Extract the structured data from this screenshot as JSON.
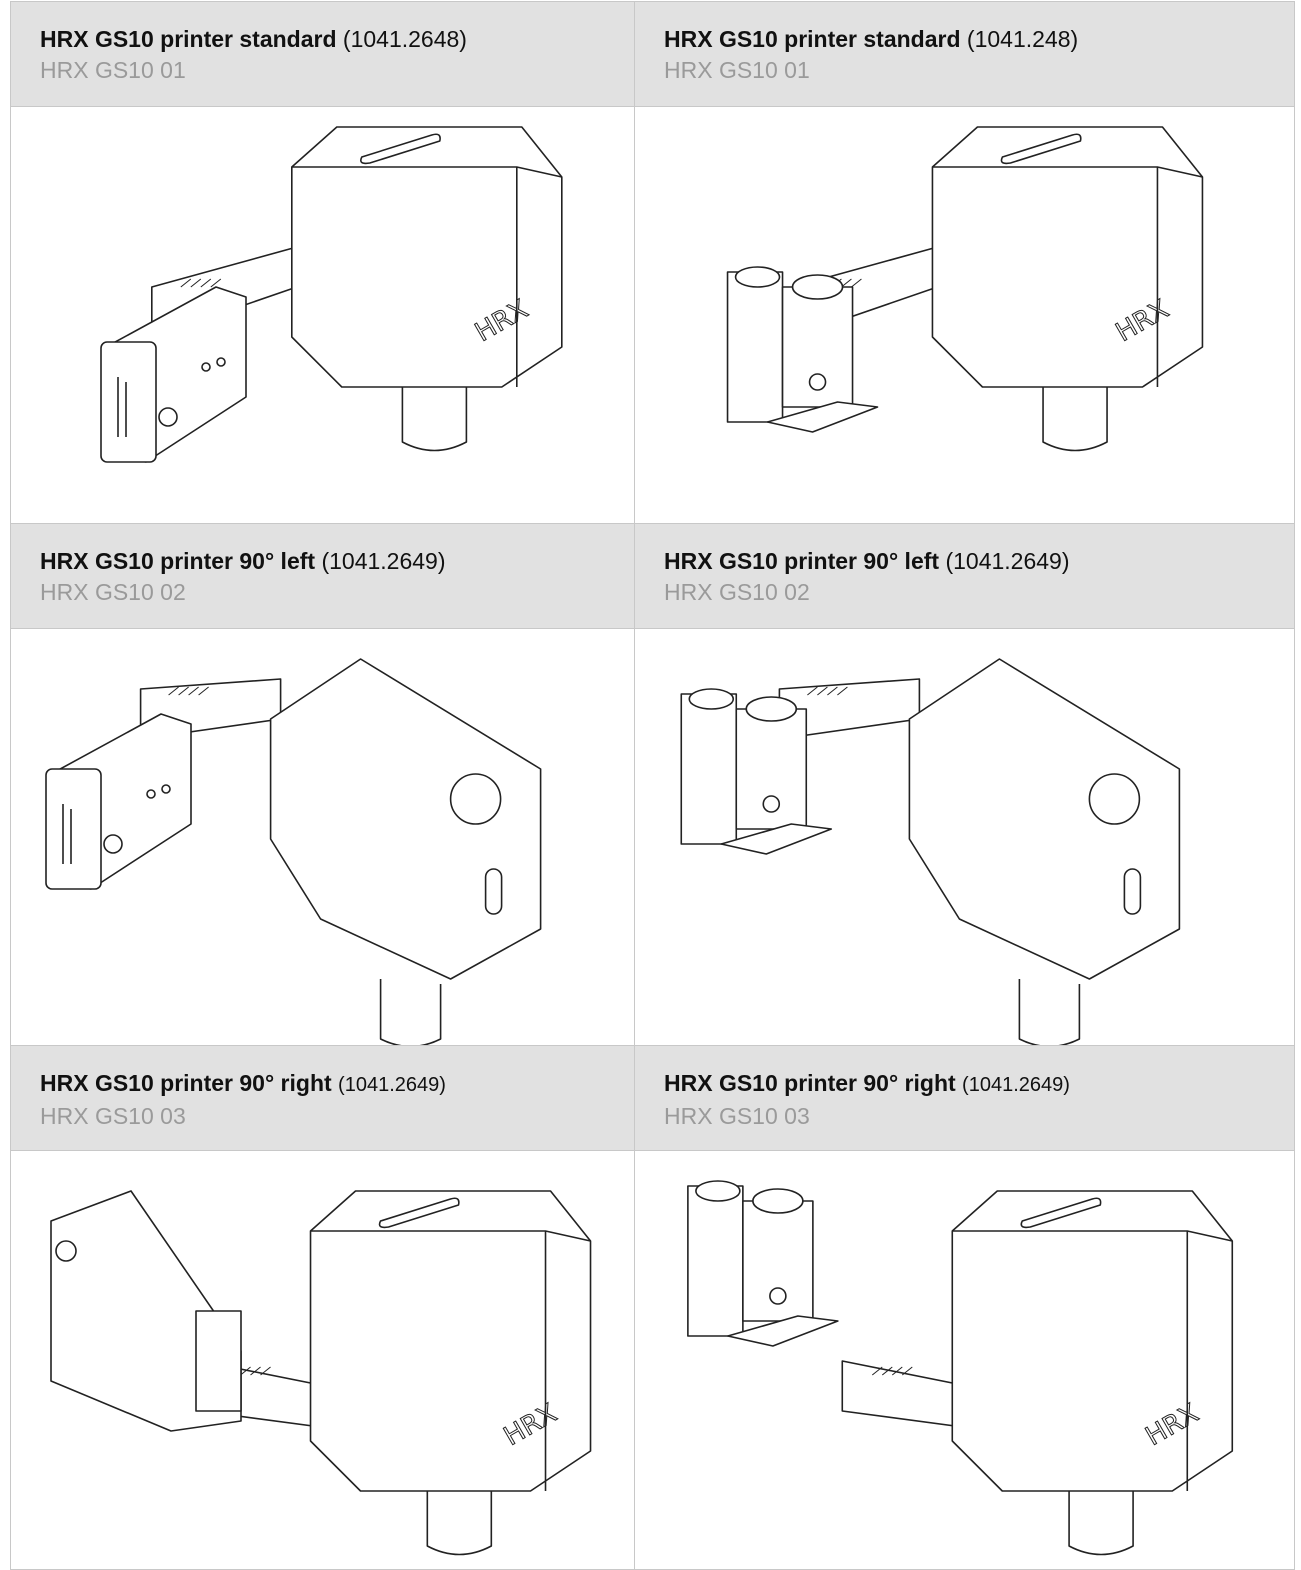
{
  "rows": [
    {
      "cells": [
        {
          "name": "HRX GS10 printer standard",
          "code": "(1041.2648)",
          "model": "HRX GS10 01",
          "variant": "standard",
          "ink": "side"
        },
        {
          "name": "HRX GS10 printer standard",
          "code": "(1041.248)",
          "model": "HRX GS10 01",
          "variant": "standard",
          "ink": "top"
        }
      ]
    },
    {
      "cells": [
        {
          "name": "HRX GS10 printer 90° left",
          "code": "(1041.2649)",
          "model": "HRX GS10 02",
          "variant": "left",
          "ink": "side"
        },
        {
          "name": "HRX GS10 printer 90° left",
          "code": "(1041.2649)",
          "model": "HRX GS10 02",
          "variant": "left",
          "ink": "top"
        }
      ]
    },
    {
      "cells": [
        {
          "name": "HRX GS10 printer 90° right",
          "code": "(1041.2649)",
          "model": "HRX GS10 03",
          "variant": "right",
          "ink": "side"
        },
        {
          "name": "HRX GS10 printer 90° right",
          "code": "(1041.2649)",
          "model": "HRX GS10 03",
          "variant": "right",
          "ink": "top"
        }
      ]
    }
  ],
  "logo_text": "HRX",
  "colors": {
    "header_bg": "#e1e1e1",
    "border": "#c8c8c8",
    "subtitle": "#9a9a9a"
  }
}
